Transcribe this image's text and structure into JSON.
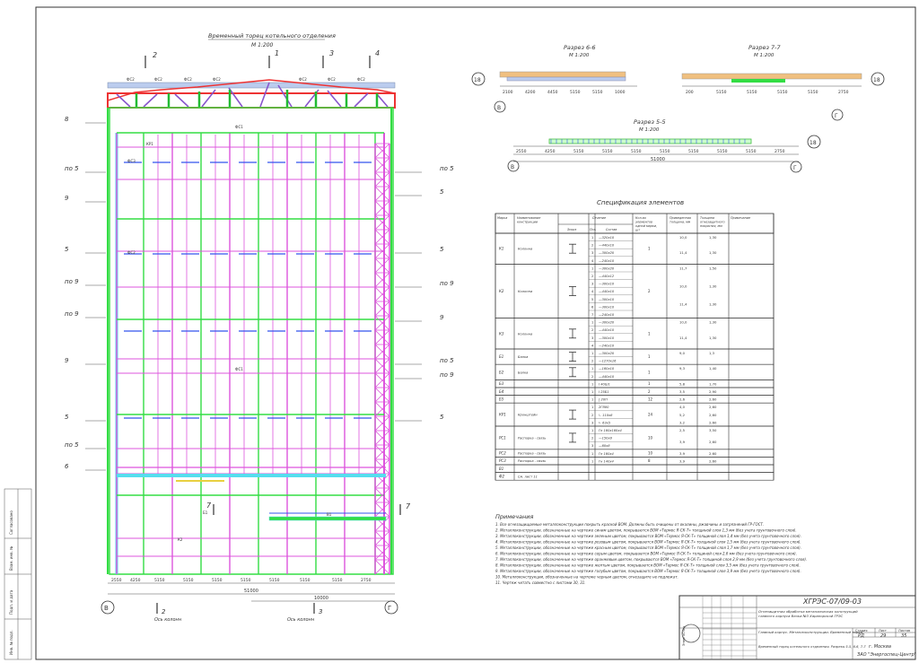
{
  "elevation": {
    "title": "Временный торец котельного отделения",
    "scale": "М 1:200",
    "marker_top": [
      "2",
      "1",
      "3",
      "4"
    ],
    "left_labels": [
      "8",
      "по 5",
      "9",
      "5",
      "по 9",
      "по 9",
      "9",
      "5",
      "по 5",
      "6"
    ],
    "right_labels": [
      "по 5",
      "5",
      "5",
      "по 9",
      "9",
      "по 5",
      "по 9",
      "5"
    ],
    "dims_bottom": [
      "2550",
      "4250",
      "5150",
      "5150",
      "5150",
      "5150",
      "5150",
      "5150",
      "5150",
      "2750"
    ],
    "total_dim": "51000",
    "total_dim_2": "10000",
    "axis_left": "В",
    "axis_right": "Г",
    "bottom_markers": [
      "2",
      "3",
      "7"
    ],
    "axis_notes": [
      "Ось колонн",
      "Ось колонн"
    ],
    "member_labels": [
      "ФС2",
      "ФС2",
      "ФС2",
      "ФС2",
      "ФС2",
      "ФС2",
      "ФС2",
      "ФС1",
      "КР1",
      "ФС3",
      "ФС2",
      "ФС1",
      "К2",
      "В1",
      "Б1"
    ]
  },
  "section66": {
    "title": "Разрез 6-6",
    "scale": "М 1:200",
    "axis_left": "18",
    "axis_bottom": "В",
    "dims": [
      "2100",
      "4200",
      "4450",
      "5150",
      "5150",
      "1000"
    ]
  },
  "section77": {
    "title": "Разрез 7-7",
    "scale": "М 1:200",
    "axis_right": "18",
    "axis_bottom": "Г",
    "dims": [
      "200",
      "5150",
      "5150",
      "5150",
      "5150",
      "2750"
    ]
  },
  "section55": {
    "title": "Разрез 5-5",
    "scale": "М 1:200",
    "axis_left": "В",
    "axis_right": "18",
    "axis_bottom": "Г",
    "dims": [
      "2550",
      "4250",
      "5150",
      "5150",
      "5150",
      "5150",
      "5150",
      "5150",
      "5150",
      "2750"
    ],
    "total": "51000"
  },
  "spec": {
    "title": "Спецификация элементов",
    "headers": [
      "Марка",
      "Наименование конструкции",
      "Сечение",
      "Кол-во элементов одной марки, шт",
      "Приведенная толщина, мм",
      "Толщина огнезащитного покрытия, мм",
      "Примечание"
    ],
    "sub_headers": [
      "Эскиз",
      "Поз.",
      "Состав"
    ],
    "rows": [
      {
        "mark": "К1",
        "name": "Колонна",
        "pos": [
          "1",
          "2",
          "3",
          "4"
        ],
        "comp": [
          "—320x10",
          "—440x10",
          "—300x20",
          "—240x10"
        ],
        "count": "1",
        "thick": [
          "10,0",
          "11,4"
        ],
        "coat": [
          "1,30",
          "1,30"
        ]
      },
      {
        "mark": "К2",
        "name": "Колонна",
        "pos": [
          "1",
          "2",
          "3",
          "4",
          "5",
          "6",
          "7"
        ],
        "comp": [
          "—300x20",
          "—440x12",
          "—300x10",
          "—440x10",
          "—300x10",
          "—300x10",
          "—240x10"
        ],
        "count": "2",
        "thick": [
          "11,7",
          "10,0",
          "11,4"
        ],
        "coat": [
          "1,50",
          "1,30",
          "1,30"
        ]
      },
      {
        "mark": "К3",
        "name": "Колонна",
        "pos": [
          "1",
          "2",
          "3",
          "4"
        ],
        "comp": [
          "—300x20",
          "—440x10",
          "—300x10",
          "—240x10"
        ],
        "count": "1",
        "thick": [
          "10,0",
          "11,4"
        ],
        "coat": [
          "1,30",
          "1,30"
        ]
      },
      {
        "mark": "Б1",
        "name": "Балка",
        "pos": [
          "1",
          "2"
        ],
        "comp": [
          "—300x20",
          "—1270x16"
        ],
        "count": "1",
        "thick": [
          "9,0"
        ],
        "coat": [
          "1,3"
        ]
      },
      {
        "mark": "Б2",
        "name": "Балка",
        "pos": [
          "1",
          "2"
        ],
        "comp": [
          "—160x10",
          "—440x10"
        ],
        "count": "1",
        "thick": [
          "9,3"
        ],
        "coat": [
          "1,40"
        ]
      },
      {
        "mark": "Б3",
        "name": "",
        "pos": [
          "1"
        ],
        "comp": [
          "I 40Ш1"
        ],
        "count": "1",
        "thick": [
          "5,8"
        ],
        "coat": [
          "1,70"
        ]
      },
      {
        "mark": "Б4",
        "name": "",
        "pos": [
          "1"
        ],
        "comp": [
          "I 25Б1"
        ],
        "count": "2",
        "thick": [
          "3,5"
        ],
        "coat": [
          "2,90"
        ]
      },
      {
        "mark": "Б5",
        "name": "",
        "pos": [
          "1"
        ],
        "comp": [
          "[ 20П"
        ],
        "count": "12",
        "thick": [
          "2,6"
        ],
        "coat": [
          "2,60"
        ]
      },
      {
        "mark": "КР1",
        "name": "Кронштейн",
        "pos": [
          "1",
          "2",
          "3"
        ],
        "comp": [
          "2ГЯ80",
          "∟ 110x8",
          "∟ 63x5"
        ],
        "count": "24",
        "thick": [
          "4,0",
          "5,2",
          "3,2"
        ],
        "coat": [
          "2,60",
          "2,60",
          "2,60"
        ]
      },
      {
        "mark": "РС1",
        "name": "Распорка - связь",
        "pos": [
          "1",
          "2",
          "3"
        ],
        "comp": [
          "Гн 160x160x4",
          "—150x8",
          "—60x8"
        ],
        "count": "10",
        "thick": [
          "2,5",
          "3,9"
        ],
        "coat": [
          "3,50",
          "2,60"
        ]
      },
      {
        "mark": "РС2",
        "name": "Распорка - связь",
        "pos": [
          "1"
        ],
        "comp": [
          "Гн 160x4"
        ],
        "count": "10",
        "thick": [
          "3,9"
        ],
        "coat": [
          "2,60"
        ]
      },
      {
        "mark": "РС3",
        "name": "Распорка - связь",
        "pos": [
          "1"
        ],
        "comp": [
          "Гн 140x4"
        ],
        "count": "8",
        "thick": [
          "3,9"
        ],
        "coat": [
          "2,60"
        ]
      },
      {
        "mark": "В1",
        "name": "",
        "pos": [],
        "comp": [],
        "count": "",
        "thick": [],
        "coat": []
      },
      {
        "mark": "Ф2",
        "name": "См. лист 11",
        "pos": [],
        "comp": [],
        "count": "",
        "thick": [],
        "coat": []
      }
    ]
  },
  "notes": {
    "title": "Примечания",
    "items": [
      "1. Все огнезащищаемые металлоконструкции покрыть краской ВОМ. Должны быть очищены от окалины, ржавчины и загрязнений ГР-ГОСТ.",
      "2. Металлоконструкции, обозначенные на чертеже синим цветом, покрываются ВОМ «Термос Я-СК-Т» толщиной слоя 1,3 мм (без учета грунтовочного слоя).",
      "3. Металлоконструкции, обозначенные на чертеже зеленым цветом, покрываются ВОМ «Термос Я-СК-Т» толщиной слоя 1,4 мм (без учета грунтовочного слоя).",
      "4. Металлоконструкции, обозначенные на чертеже розовым цветом, покрываются ВОМ «Термос Я-СК-Т» толщиной слоя 1,5 мм (без учета грунтовочного слоя).",
      "5. Металлоконструкции, обозначенные на чертеже красным цветом, покрываются ВОМ «Термос Я-СК-Т» толщиной слоя 1,7 мм (без учета грунтовочного слоя).",
      "6. Металлоконструкции, обозначенные на чертеже серым цветом, покрываются ВОМ «Термос Я-СК-Т» толщиной слоя 2,6 мм (без учета грунтовочного слоя).",
      "7. Металлоконструкции, обозначенные на чертеже оранжевым цветом, покрываются ВОМ «Термос Я-СК-Т» толщиной слоя 2,9 мм (без учета грунтовочного слоя).",
      "8. Металлоконструкции, обозначенные на чертеже желтым цветом, покрываются ВОМ «Термос Я-СК-Т» толщиной слоя 3,5 мм (без учета грунтовочного слоя).",
      "9. Металлоконструкции, обозначенные на чертеже голубым цветом, покрываются ВОМ «Термос Я-СК-Т» толщиной слоя 3,9 мм (без учета грунтовочного слоя).",
      "10. Металлоконструкции, обозначенные на чертеже черным цветом, огнезащите не подлежат.",
      "11. Чертеж читать совместно с листами 30, 31."
    ]
  },
  "title_block": {
    "code": "ХГРЭС-07/09-03",
    "project": "Огнезащитная обработка металлических конструкций главного корпуса блока №3 Харанорской ГРЭС",
    "building": "Главный корпус. Металлоконструкции. Временный торец",
    "sheet_desc": "Временный торец котельного отделения. Разрезы 5-5, 6-6, 7-7",
    "stage_h": "Стадия",
    "sheet_h": "Лист",
    "sheets_h": "Листов",
    "stage": "РД",
    "sheet": "29",
    "sheets": "35",
    "city": "г. Москва",
    "org": "ЗАО \"Энергоспец-Центр\"",
    "stamp": "ЭнергоСпец",
    "side_labels": [
      "Инв. № подл.",
      "Подп. и дата",
      "Взам. инв. №",
      "Согласовано"
    ]
  },
  "colors": {
    "frame_green": "#33dd44",
    "frame_magenta": "#dd55dd",
    "beam_blue": "#3355ee",
    "truss_red": "#ee3333",
    "cyan": "#55ddee",
    "orange": "#f0a050",
    "yellow": "#e8d040"
  }
}
